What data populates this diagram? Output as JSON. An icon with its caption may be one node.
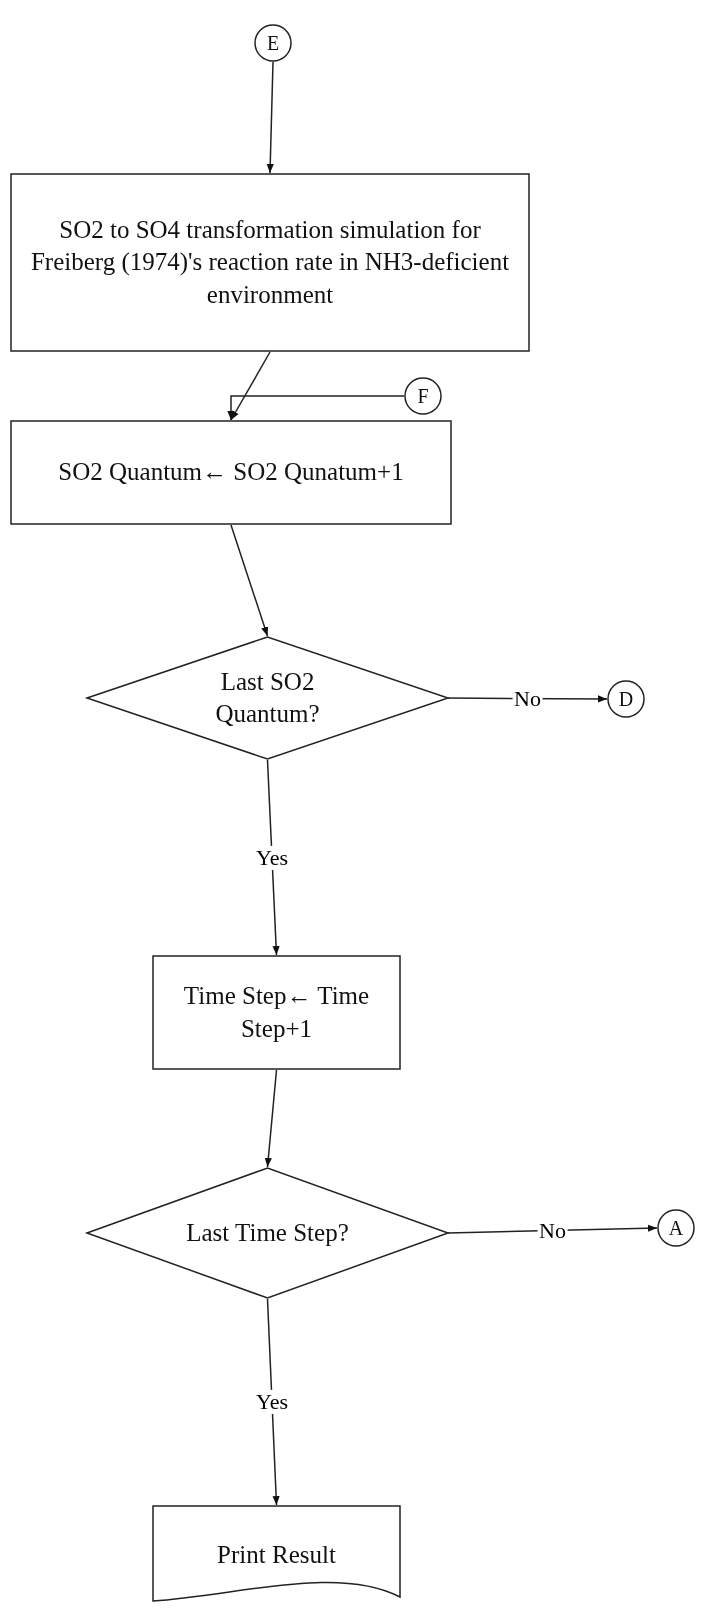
{
  "diagram": {
    "nodes": [
      {
        "text": [
          "E"
        ]
      },
      {
        "text": [
          "SO2 to SO4 transformation simulation for Freiberg (1974)'s reaction rate in NH3-deficient environment"
        ]
      },
      {
        "text": [
          "F"
        ]
      },
      {
        "text": [
          "SO2 Quantum← SO2 Qunatum+1"
        ]
      },
      {
        "text": [
          "Last SO2 Quantum?"
        ]
      },
      {
        "text": [
          "D"
        ]
      },
      {
        "text": [
          "Time Step← Time Step+1"
        ]
      },
      {
        "text": [
          "Last Time Step?"
        ]
      },
      {
        "text": [
          "A"
        ]
      },
      {
        "text": [
          "Print Result"
        ]
      }
    ],
    "edges": [
      {
        "from": 0,
        "to": 1,
        "arrow": "to"
      },
      {
        "from": 1,
        "to": 3,
        "arrow": "to"
      },
      {
        "from": 2,
        "to": 3,
        "arrow": "to"
      },
      {
        "from": 3,
        "to": 4,
        "arrow": "to"
      },
      {
        "from": 4,
        "to": 5,
        "arrow": "to",
        "label": "No"
      },
      {
        "from": 4,
        "to": 6,
        "arrow": "to",
        "label": "Yes"
      },
      {
        "from": 6,
        "to": 7,
        "arrow": "to"
      },
      {
        "from": 7,
        "to": 8,
        "arrow": "to",
        "label": "No"
      },
      {
        "from": 7,
        "to": 9,
        "arrow": "to",
        "label": "Yes"
      }
    ]
  }
}
